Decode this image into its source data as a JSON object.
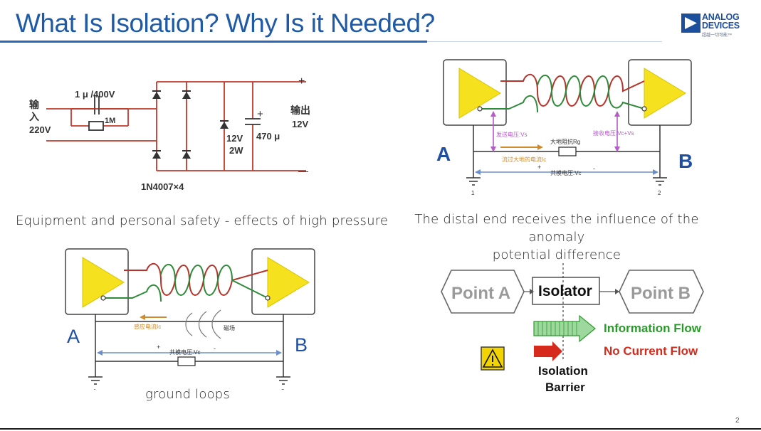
{
  "slide": {
    "title": "What Is Isolation? Why Is it Needed?",
    "page_number": "2"
  },
  "logo": {
    "line1": "ANALOG",
    "line2": "DEVICES",
    "tagline": "超越一切可能™"
  },
  "rectifier": {
    "input_label_1": "输",
    "input_label_2": "入",
    "input_voltage": "220V",
    "capacitor": "1 μ /400V",
    "resistor": "1M",
    "zener_voltage": "12V",
    "zener_power": "2W",
    "output_cap": "470 μ",
    "output_label": "输出",
    "output_voltage": "12V",
    "plus": "+",
    "minus": "—",
    "cap_plus": "+",
    "diodes": "1N4007×4",
    "caption": "Equipment and personal safety - effects of high pressure"
  },
  "distal": {
    "label_a": "A",
    "label_b": "B",
    "send_voltage": "发送电压:Vs",
    "recv_voltage": "接收电压:Vc+Vs",
    "ground_resistor": "大地阻抗Rg",
    "ground_current": "流过大地的电流Ic",
    "common_mode": "共模电压:Vc",
    "plus": "+",
    "minus": "-",
    "gnd1": "1",
    "gnd2": "2",
    "caption_line1": "The distal end receives the influence of the anomaly",
    "caption_line2": "potential difference"
  },
  "loops": {
    "label_a": "A",
    "label_b": "B",
    "induced_current": "感应电流Ic",
    "magnetic_field": "磁场",
    "common_mode": "共模电压:Vc",
    "plus": "+",
    "minus": "-",
    "gnd1": "1",
    "gnd2": "2",
    "caption": "ground loops"
  },
  "isolation": {
    "point_a": "Point A",
    "isolator": "Isolator",
    "point_b": "Point B",
    "info_flow": "Information Flow",
    "no_current": "No Current Flow",
    "barrier_line1": "Isolation",
    "barrier_line2": "Barrier"
  },
  "colors": {
    "title": "#1f5aa6",
    "triangle": "#f5e11d",
    "coil_red": "#b3342a",
    "coil_green": "#2f8a3a",
    "info_green": "#2a9a2a",
    "no_current_red": "#d62a1c"
  }
}
